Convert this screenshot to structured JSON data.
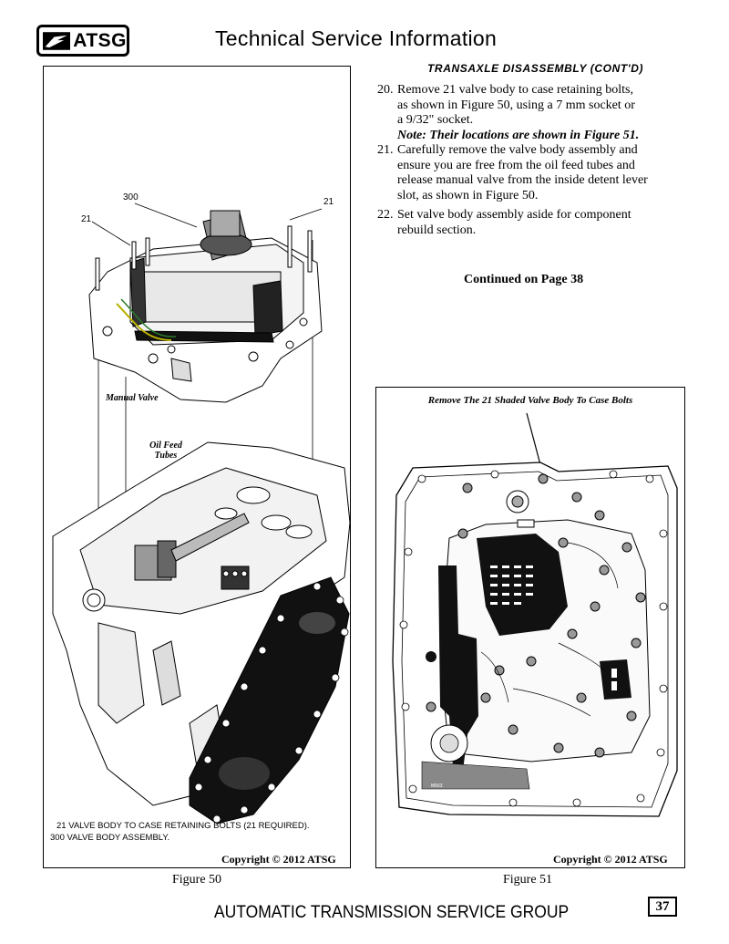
{
  "header": {
    "logo_text": "ATSG",
    "title": "Technical Service Information"
  },
  "section": {
    "title": "Transaxle Disassembly (Cont'd)"
  },
  "steps": [
    {
      "number": "20.",
      "lines": [
        "Remove 21 valve body to case retaining bolts,",
        "as shown in Figure 50, using a 7 mm socket or",
        "a 9/32\" socket."
      ],
      "note": "Note: Their locations are shown in Figure 51."
    },
    {
      "number": "21.",
      "lines": [
        "Carefully remove the valve body assembly and",
        "ensure you are free from the oil feed tubes and",
        "release manual valve from the inside detent lever",
        "slot, as shown in Figure 50."
      ]
    },
    {
      "number": "22.",
      "lines": [
        "Set valve body assembly aside for component",
        "rebuild section."
      ]
    }
  ],
  "continued": "Continued on Page 38",
  "figure50": {
    "callouts": {
      "c300": "300",
      "c21_right": "21",
      "c21_left": "21"
    },
    "labels": {
      "manual_valve": "Manual Valve",
      "oil_feed_tubes_1": "Oil Feed",
      "oil_feed_tubes_2": "Tubes"
    },
    "legend": [
      "21  VALVE BODY TO CASE RETAINING BOLTS  (21 REQUIRED).",
      "300  VALVE BODY ASSEMBLY."
    ],
    "copyright": "Copyright © 2012 ATSG",
    "caption": "Figure 50"
  },
  "figure51": {
    "title": "Remove The 21 Shaded Valve Body To Case Bolts",
    "copyright": "Copyright © 2012 ATSG",
    "caption": "Figure 51",
    "stamp_text": "M563"
  },
  "footer": {
    "title": "AUTOMATIC TRANSMISSION SERVICE GROUP",
    "page_number": "37"
  }
}
